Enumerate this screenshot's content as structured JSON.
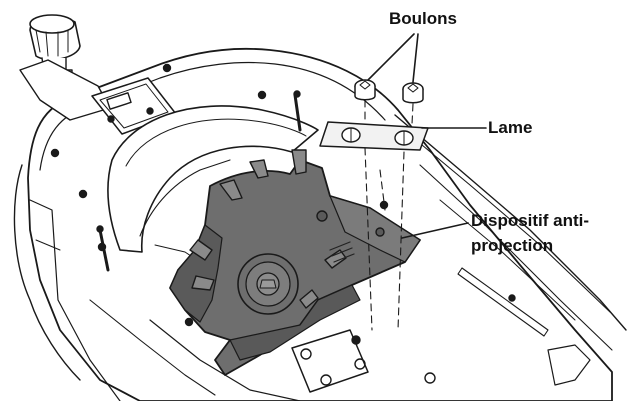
{
  "callouts": {
    "bolts": "Boulons",
    "blade": "Lame",
    "guard_line1": "Dispositif anti-",
    "guard_line2": "projection"
  },
  "colors": {
    "line": "#1a1a1a",
    "guard_fill": "#6e6e6e",
    "guard_shade": "#5a5a5a",
    "panel_fill": "#ffffff",
    "blade_fill": "#f2f2f2"
  }
}
